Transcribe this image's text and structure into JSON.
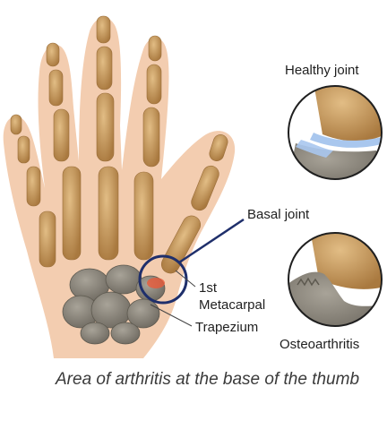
{
  "labels": {
    "healthy_joint": "Healthy joint",
    "basal_joint": "Basal joint",
    "metacarpal_line1": "1st",
    "metacarpal_line2": "Metacarpal",
    "trapezium": "Trapezium",
    "osteoarthritis": "Osteoarthritis"
  },
  "caption": "Area of arthritis at the base of the thumb",
  "colors": {
    "skin": "#f3cdb0",
    "bone": "#c9a06a",
    "bone_shade": "#a97d48",
    "carpal": "#8f8a80",
    "callout": "#1f2f6b",
    "cartilage": "#a9c7ee",
    "inflammation": "#e85a3a"
  }
}
